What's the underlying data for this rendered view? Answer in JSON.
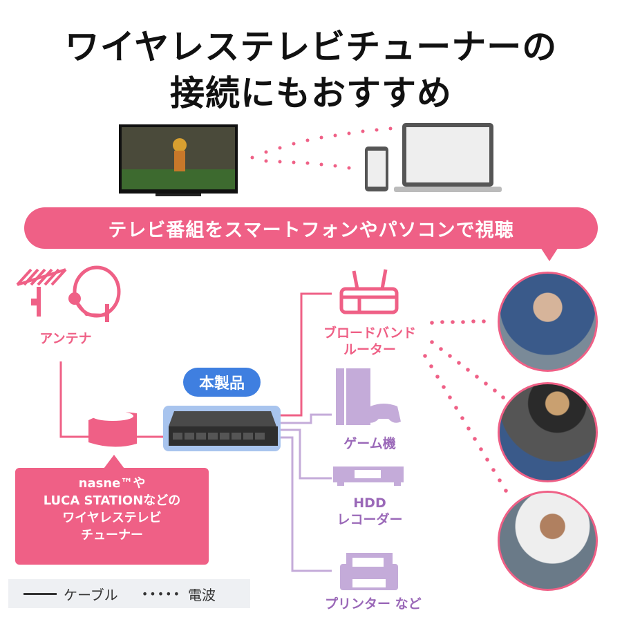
{
  "title": {
    "line1": "ワイヤレステレビチューナーの",
    "line2": "接続にもおすすめ"
  },
  "banner": "テレビ番組をスマートフォンやパソコンで視聴",
  "labels": {
    "antenna": "アンテナ",
    "product_badge": "本製品",
    "router_line1": "ブロードバンド",
    "router_line2": "ルーター",
    "game": "ゲーム機",
    "hdd_line1": "HDD",
    "hdd_line2": "レコーダー",
    "printer": "プリンター など"
  },
  "callout": {
    "line1": "nasne™や",
    "line2": "LUCA STATIONなどの",
    "line3": "ワイヤレステレビ",
    "line4": "チューナー"
  },
  "legend": {
    "cable": "ケーブル",
    "wireless": "電波"
  },
  "colors": {
    "pink": "#ef6086",
    "purple": "#c4abd9",
    "purple_text": "#9a68b8",
    "blue": "#3f7fe0"
  }
}
